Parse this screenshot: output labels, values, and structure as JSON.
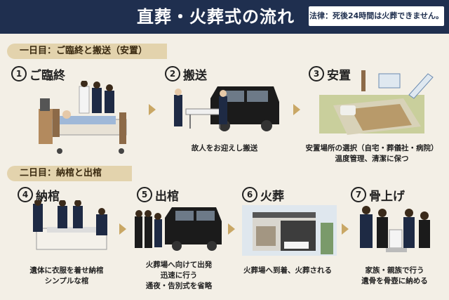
{
  "header": {
    "title": "直葬・火葬式の流れ",
    "law_note": "法律：死後24時間は火葬できません。"
  },
  "day1": {
    "label": "一日目：ご臨終と搬送（安置）",
    "steps": [
      {
        "num": "1",
        "title": "ご臨終",
        "desc": []
      },
      {
        "num": "2",
        "title": "搬送",
        "desc": [
          "故人をお迎えし搬送"
        ]
      },
      {
        "num": "3",
        "title": "安置",
        "desc": [
          "安置場所の選択（自宅・葬儀社・病院）",
          "温度管理、清潔に保つ"
        ]
      }
    ]
  },
  "day2": {
    "label": "二日目：納棺と出棺",
    "steps": [
      {
        "num": "4",
        "title": "納棺",
        "desc": [
          "遺体に衣服を着せ納棺",
          "シンプルな棺"
        ]
      },
      {
        "num": "5",
        "title": "出棺",
        "desc": [
          "火葬場へ向けて出発",
          "迅速に行う",
          "通夜・告別式を省略"
        ]
      },
      {
        "num": "6",
        "title": "火葬",
        "desc": [
          "火葬場へ到着、火葬される"
        ]
      },
      {
        "num": "7",
        "title": "骨上げ",
        "desc": [
          "家族・親族で行う",
          "遺骨を骨壺に納める"
        ]
      }
    ]
  },
  "colors": {
    "navy": "#1f2f4f",
    "gold": "#c9a765",
    "banner": "#e3d3ad",
    "background": "#f3efe6"
  }
}
